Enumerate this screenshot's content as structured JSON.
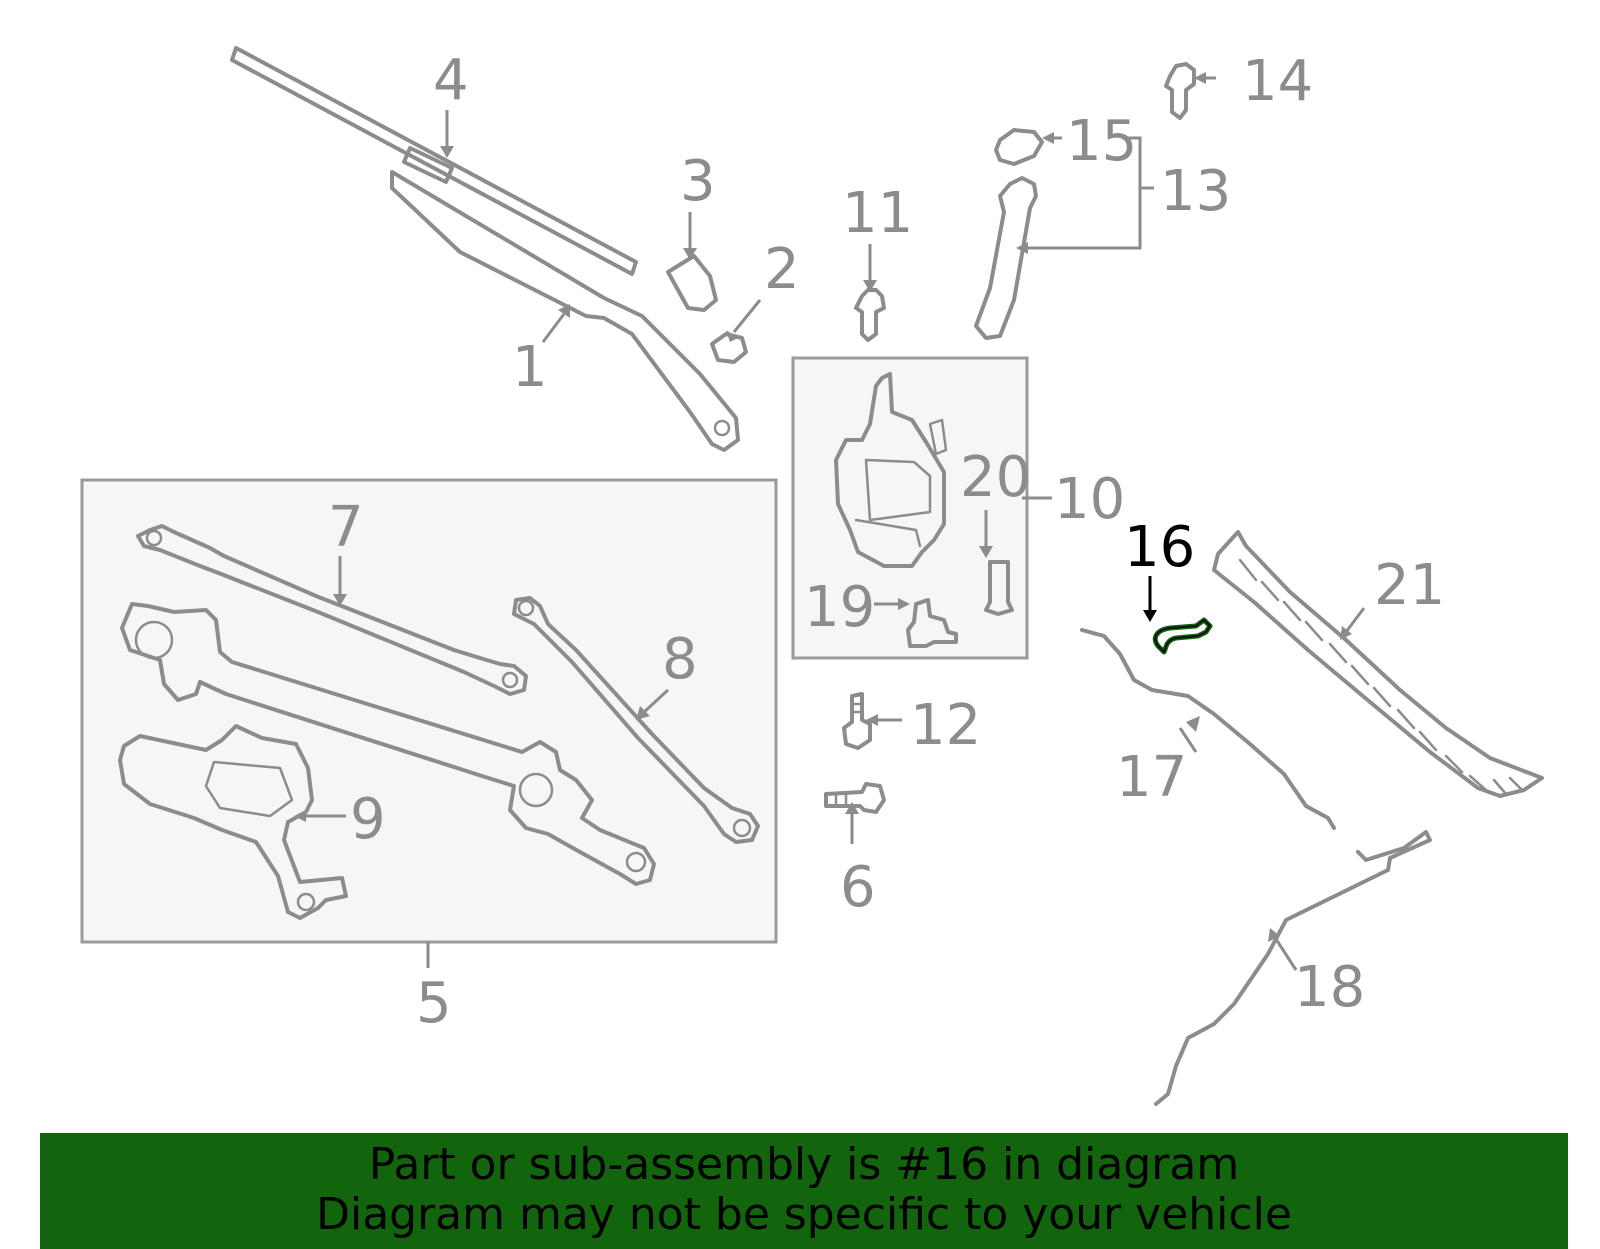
{
  "diagram": {
    "callouts": [
      {
        "id": "1",
        "label": "1"
      },
      {
        "id": "2",
        "label": "2"
      },
      {
        "id": "3",
        "label": "3"
      },
      {
        "id": "4",
        "label": "4"
      },
      {
        "id": "5",
        "label": "5"
      },
      {
        "id": "6",
        "label": "6"
      },
      {
        "id": "7",
        "label": "7"
      },
      {
        "id": "8",
        "label": "8"
      },
      {
        "id": "9",
        "label": "9"
      },
      {
        "id": "10",
        "label": "10"
      },
      {
        "id": "11",
        "label": "11"
      },
      {
        "id": "12",
        "label": "12"
      },
      {
        "id": "13",
        "label": "13"
      },
      {
        "id": "14",
        "label": "14"
      },
      {
        "id": "15",
        "label": "15"
      },
      {
        "id": "16",
        "label": "16"
      },
      {
        "id": "17",
        "label": "17"
      },
      {
        "id": "18",
        "label": "18"
      },
      {
        "id": "19",
        "label": "19"
      },
      {
        "id": "20",
        "label": "20"
      },
      {
        "id": "21",
        "label": "21"
      }
    ],
    "highlighted_part": "16",
    "highlight_color": "#12650c",
    "line_color": "#8c8c8c"
  },
  "banner": {
    "line1": "Part or sub-assembly is #16 in diagram",
    "line2": "Diagram may not be specific to your vehicle",
    "background": "#12650c"
  }
}
